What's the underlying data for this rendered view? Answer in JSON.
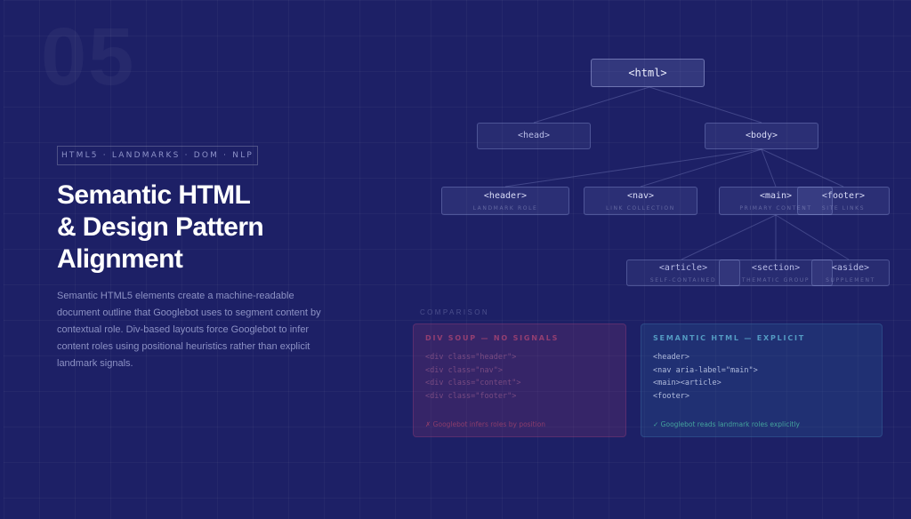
{
  "slide": {
    "number": "05",
    "tagline": "HTML5 · LANDMARKS · DOM · NLP",
    "title_lines": [
      "Semantic HTML",
      "& Design Pattern",
      "Alignment"
    ],
    "description_lines": [
      "Semantic HTML5 elements create a machine-readable",
      "document outline that Googlebot uses to segment content by",
      "contextual role. Div-based layouts force Googlebot to infer",
      "content roles using positional heuristics rather than explicit",
      "landmark signals."
    ]
  },
  "tree": {
    "html": {
      "tag": "<html>"
    },
    "head": {
      "tag": "<head>"
    },
    "body": {
      "tag": "<body>"
    },
    "header": {
      "tag": "<header>",
      "sub": "LANDMARK ROLE"
    },
    "nav": {
      "tag": "<nav>",
      "sub": "LINK COLLECTION"
    },
    "main": {
      "tag": "<main>",
      "sub": "PRIMARY CONTENT"
    },
    "footer": {
      "tag": "<footer>",
      "sub": "SITE LINKS"
    },
    "article": {
      "tag": "<article>",
      "sub": "SELF-CONTAINED"
    },
    "section": {
      "tag": "<section>",
      "sub": "THEMATIC GROUP"
    },
    "aside": {
      "tag": "<aside>",
      "sub": "SUPPLEMENT"
    }
  },
  "comparison": {
    "label": "COMPARISON",
    "bad": {
      "title": "DIV SOUP — NO SIGNALS",
      "lines": [
        "<div class=\"header\">",
        "<div class=\"nav\">",
        "<div class=\"content\">",
        "<div class=\"footer\">"
      ],
      "verdict": "✗ Googlebot infers roles by position"
    },
    "good": {
      "title": "SEMANTIC HTML — EXPLICIT",
      "lines": [
        "<header>",
        "<nav aria-label=\"main\">",
        "<main><article>",
        "<footer>"
      ],
      "verdict": "✓ Googlebot reads landmark roles explicitly"
    }
  },
  "colors": {
    "background": "#1d2066",
    "title": "#ffffff",
    "body_text": "#8c91c4",
    "bad_accent": "#d2507a",
    "good_accent": "#50c8aa"
  }
}
